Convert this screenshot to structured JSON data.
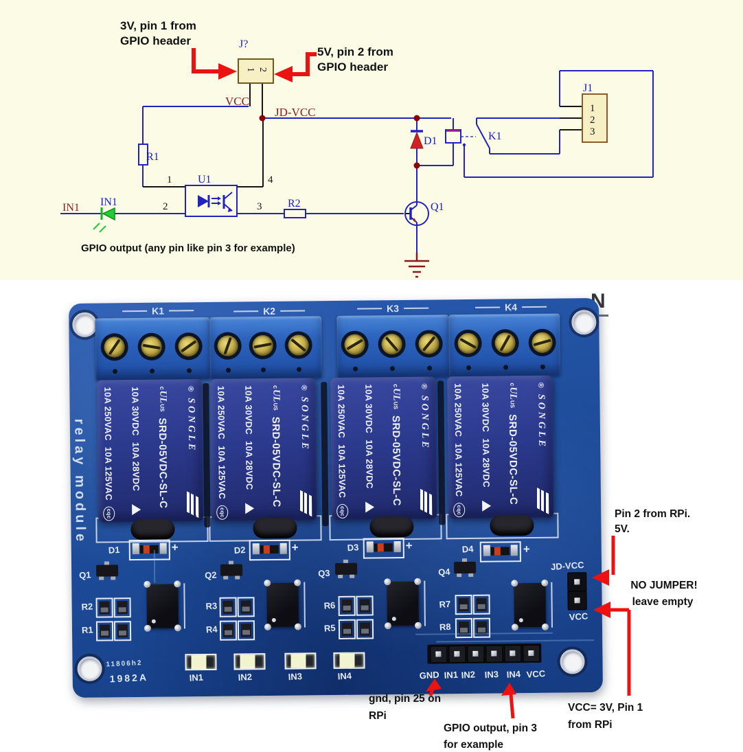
{
  "schematic": {
    "annotations": {
      "left_line1": "3V, pin 1 from",
      "left_line2": "GPIO header",
      "right_line1": "5V, pin 2 from",
      "right_line2": "GPIO header",
      "bottom_note": "GPIO output (any pin like pin 3 for example)"
    },
    "labels": {
      "j_header": "J?",
      "jq_pin1": "1",
      "jq_pin2": "2",
      "vcc_net": "VCC",
      "jdvcc_net": "JD-VCC",
      "in_net": "IN1",
      "led_ref": "IN1",
      "r1_ref": "R1",
      "u1_ref": "U1",
      "u1_pin1": "1",
      "u1_pin2": "2",
      "u1_pin3": "3",
      "u1_pin4": "4",
      "r2_ref": "R2",
      "q1_ref": "Q1",
      "d1_ref": "D1",
      "k1_ref": "K1",
      "j1_ref": "J1",
      "j1_pin1": "1",
      "j1_pin2": "2",
      "j1_pin3": "3"
    }
  },
  "photo": {
    "corner_letter": "N",
    "channel_labels": [
      "K1",
      "K2",
      "K3",
      "K4"
    ],
    "relay": {
      "registered_mark": "®",
      "brand": "SONGLE",
      "ul_c": "c",
      "ul_main": "UL",
      "ul_us": "US",
      "model": "SRD-05VDC-SL-C",
      "rating_dc1": "10A 30VDC",
      "rating_dc2": "10A 28VDC",
      "rating_ac1": "10A 250VAC",
      "rating_ac2": "10A 125VAC",
      "cqc_mark": "cqc"
    },
    "silkscreen": {
      "diodes": [
        "D1",
        "D2",
        "D3",
        "D4"
      ],
      "diode_plus": "+",
      "transistors": [
        "Q1",
        "Q2",
        "Q3",
        "Q4"
      ],
      "resistors_top": [
        "R2",
        "R3",
        "R6",
        "R7"
      ],
      "resistors_bottom": [
        "R1",
        "R4",
        "R5",
        "R8"
      ],
      "jumper_top": "JD-VCC",
      "jumper_bottom": "VCC",
      "header_labels": [
        "GND",
        "IN1",
        "IN2",
        "IN3",
        "IN4",
        "VCC"
      ],
      "led_labels": [
        "IN1",
        "IN2",
        "IN3",
        "IN4"
      ],
      "code_line1": "11806h2",
      "code_line2": "1982A",
      "side_text": "relay module"
    }
  },
  "callouts": {
    "pin2_line1": "Pin 2 from RPi.",
    "pin2_line2": "5V.",
    "nojumper_line1": "NO JUMPER!",
    "nojumper_line2": "leave empty",
    "gnd_line1": "gnd, pin 25 on",
    "gnd_line2": "RPi",
    "gpio_line1": "GPIO output, pin 3",
    "gpio_line2": "for example",
    "vcc_line1": "VCC= 3V, Pin 1",
    "vcc_line2": "from RPi"
  },
  "colors": {
    "schematic_bg": "#FBFBE6",
    "wire_blue": "#2222BE",
    "label_blue": "#1A1ACD",
    "net_dark_red": "#8B1A1A",
    "annotation_red": "#EC1212",
    "pcb_blue": "#1E4C9E",
    "relay_navy": "#2B3A8C",
    "terminal_blue": "#2C63BD"
  }
}
